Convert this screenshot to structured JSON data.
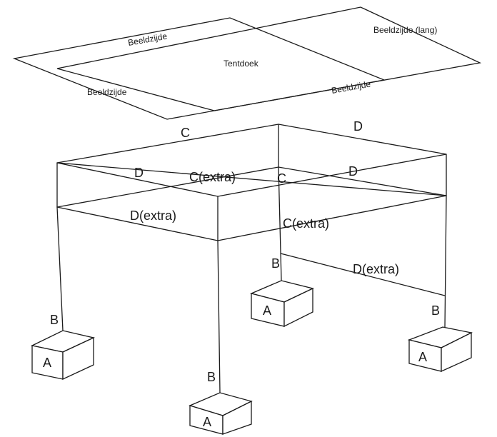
{
  "canvas": {
    "labels": {
      "beeldzijde_top": "Beeldzijde",
      "beeldzijde_lang": "Beeldzijde (lang)",
      "tentdoek": "Tentdoek",
      "beeldzijde_left": "Beeldzijde",
      "beeldzijde_bottom": "Beeldzijde"
    }
  },
  "frame": {
    "labels": {
      "c_top": "C",
      "d_top_right": "D",
      "d_mid_left": "D",
      "c_extra_mid": "C(extra)",
      "c_center": "C",
      "d_mid_right": "D",
      "d_extra_front": "D(extra)",
      "c_extra_right": "C(extra)",
      "b_back": "B",
      "d_extra_side": "D(extra)",
      "b_left": "B",
      "b_right": "B",
      "b_front": "B"
    }
  },
  "feet": {
    "label": "A"
  }
}
